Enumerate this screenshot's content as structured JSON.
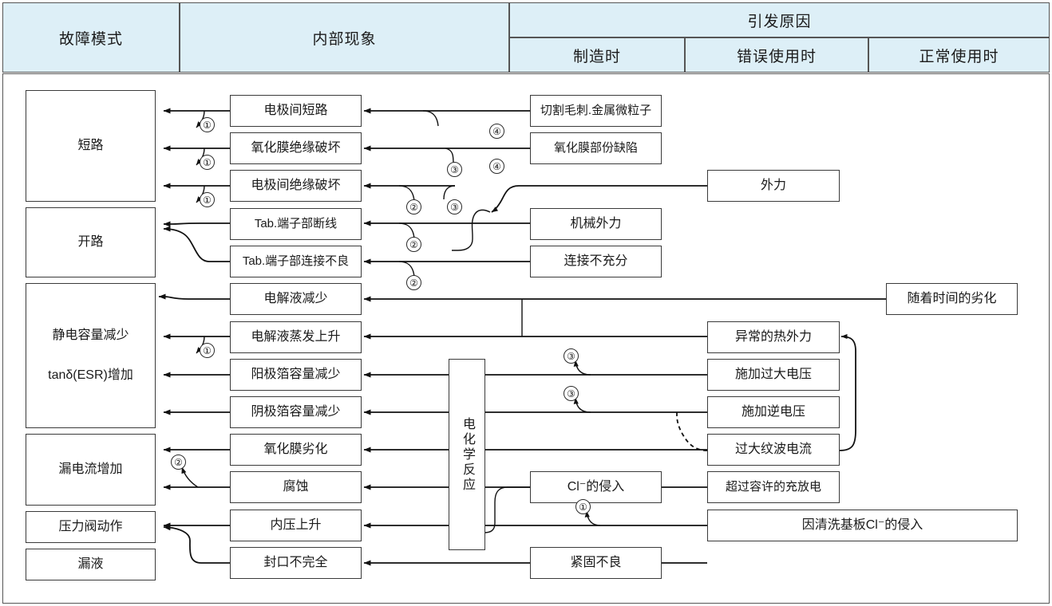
{
  "header": {
    "col1": "故障模式",
    "col2": "内部现象",
    "col3_group": "引发原因",
    "col3a": "制造时",
    "col3b": "错误使用时",
    "col3c": "正常使用时"
  },
  "failure_modes": [
    {
      "id": "short",
      "label": "短路"
    },
    {
      "id": "open",
      "label": "开路"
    },
    {
      "id": "cap",
      "label_a": "静电容量减少",
      "label_b": "tanδ(ESR)增加"
    },
    {
      "id": "leakcur",
      "label": "漏电流增加"
    },
    {
      "id": "valve",
      "label": "压力阀动作"
    },
    {
      "id": "leakliq",
      "label": "漏液"
    }
  ],
  "internal_phenomena": [
    {
      "id": "p1",
      "label": "电极间短路"
    },
    {
      "id": "p2",
      "label": "氧化膜绝缘破坏"
    },
    {
      "id": "p3",
      "label": "电极间绝缘破坏"
    },
    {
      "id": "p4",
      "label": "Tab.端子部断线"
    },
    {
      "id": "p5",
      "label": "Tab.端子部连接不良"
    },
    {
      "id": "p6",
      "label": "电解液减少"
    },
    {
      "id": "p7",
      "label": "电解液蒸发上升"
    },
    {
      "id": "p8",
      "label": "阳极箔容量减少"
    },
    {
      "id": "p9",
      "label": "阴极箔容量减少"
    },
    {
      "id": "p10",
      "label": "氧化膜劣化"
    },
    {
      "id": "p11",
      "label": "腐蚀"
    },
    {
      "id": "p12",
      "label": "内压上升"
    },
    {
      "id": "p13",
      "label": "封口不完全"
    }
  ],
  "causes_manufacturing": [
    {
      "id": "c1",
      "label": "切割毛刺.金属微粒子"
    },
    {
      "id": "c2",
      "label": "氧化膜部份缺陷"
    },
    {
      "id": "c3",
      "label": "机械外力"
    },
    {
      "id": "c4",
      "label": "连接不充分"
    },
    {
      "id": "c5",
      "label": "Cl⁻的侵入"
    },
    {
      "id": "c6",
      "label": "紧固不良"
    }
  ],
  "causes_misuse": [
    {
      "id": "m1",
      "label": "外力"
    },
    {
      "id": "m2",
      "label": "异常的热外力"
    },
    {
      "id": "m3",
      "label": "施加过大电压"
    },
    {
      "id": "m4",
      "label": "施加逆电压"
    },
    {
      "id": "m5",
      "label": "过大纹波电流"
    },
    {
      "id": "m6",
      "label": "超过容许的充放电"
    },
    {
      "id": "m7",
      "label": "因清洗基板Cl⁻的侵入"
    }
  ],
  "causes_normal": [
    {
      "id": "n1",
      "label": "随着时间的劣化"
    }
  ],
  "intermediate": {
    "electrochem": "电化学反应"
  },
  "markers": [
    {
      "id": "mk1",
      "num": "①"
    },
    {
      "id": "mk2",
      "num": "①"
    },
    {
      "id": "mk3",
      "num": "①"
    },
    {
      "id": "mk4",
      "num": "②"
    },
    {
      "id": "mk5",
      "num": "②"
    },
    {
      "id": "mk6",
      "num": "②"
    },
    {
      "id": "mk7",
      "num": "③"
    },
    {
      "id": "mk8",
      "num": "③"
    },
    {
      "id": "mk9",
      "num": "④"
    },
    {
      "id": "mk10",
      "num": "④"
    },
    {
      "id": "mk11",
      "num": "①"
    },
    {
      "id": "mk12",
      "num": "②"
    },
    {
      "id": "mk13",
      "num": "③"
    },
    {
      "id": "mk14",
      "num": "③"
    },
    {
      "id": "mk15",
      "num": "①"
    }
  ],
  "colors": {
    "header_bg": "#ddeff7",
    "border": "#555555",
    "box_border": "#3a3a3a",
    "line": "#111111",
    "text": "#1a1a1a"
  }
}
